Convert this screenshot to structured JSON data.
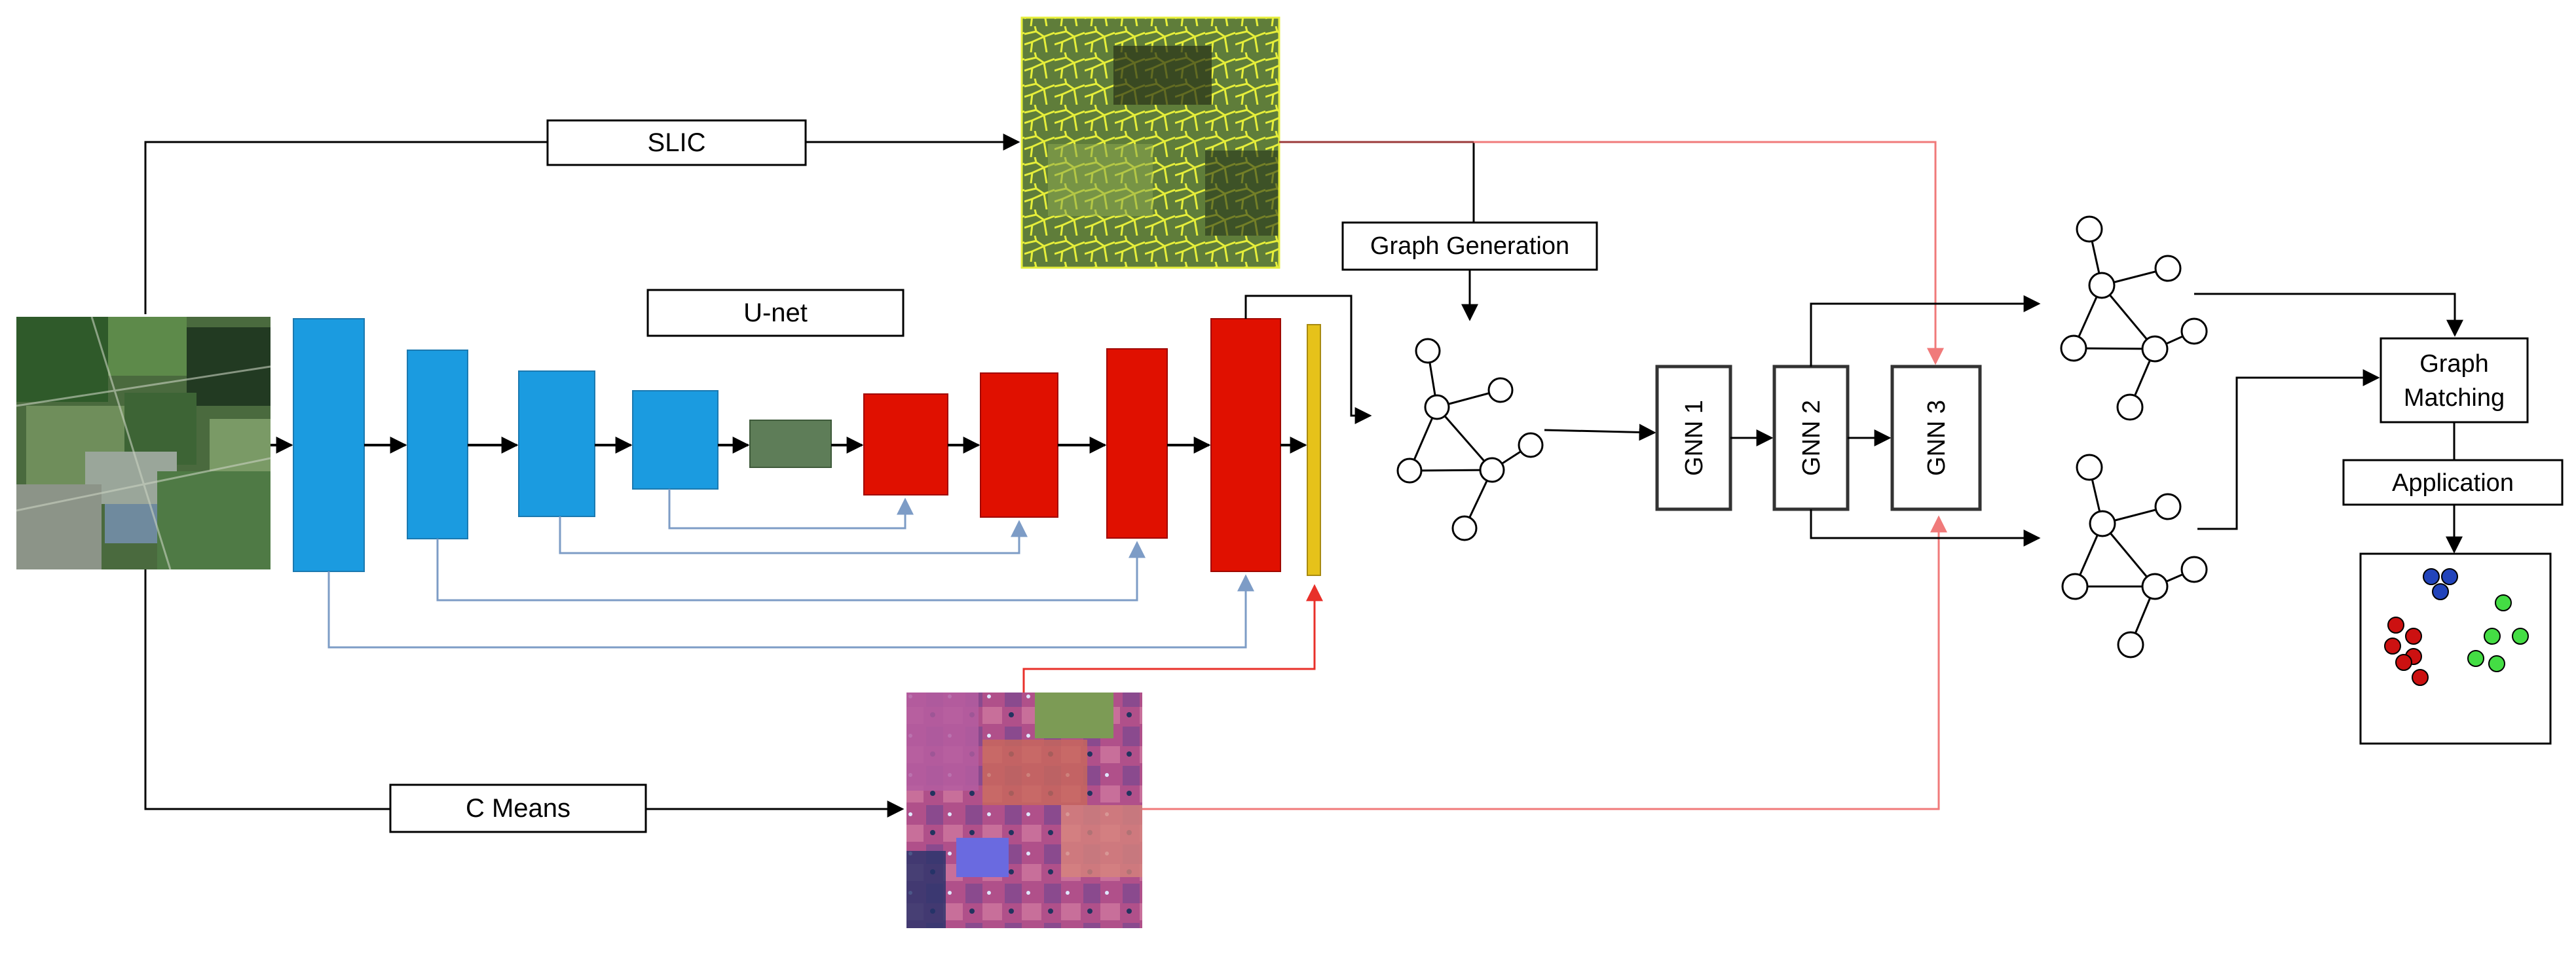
{
  "labels": {
    "slic": "SLIC",
    "unet": "U-net",
    "c_means": "C Means",
    "graph_generation": "Graph Generation",
    "gnn1": "GNN 1",
    "gnn2": "GNN 2",
    "gnn3": "GNN 3",
    "graph_matching_line1": "Graph",
    "graph_matching_line2": "Matching",
    "application": "Application"
  },
  "colors": {
    "encoder_blue": "#1b9be0",
    "decoder_red": "#e01000",
    "bottleneck_green": "#5e7d58",
    "output_yellow": "#e6c21a",
    "skip_blue": "#7d9cc6",
    "red_link": "#f07a7a",
    "dot_red": "#cc1111",
    "dot_blue": "#2244bb",
    "dot_green": "#44dd44"
  },
  "icons": {
    "input_image": "satellite-image",
    "slic_output": "superpixel-segmentation-image",
    "cmeans_output": "fuzzy-cluster-segmentation-image",
    "graph": "graph-icon"
  }
}
